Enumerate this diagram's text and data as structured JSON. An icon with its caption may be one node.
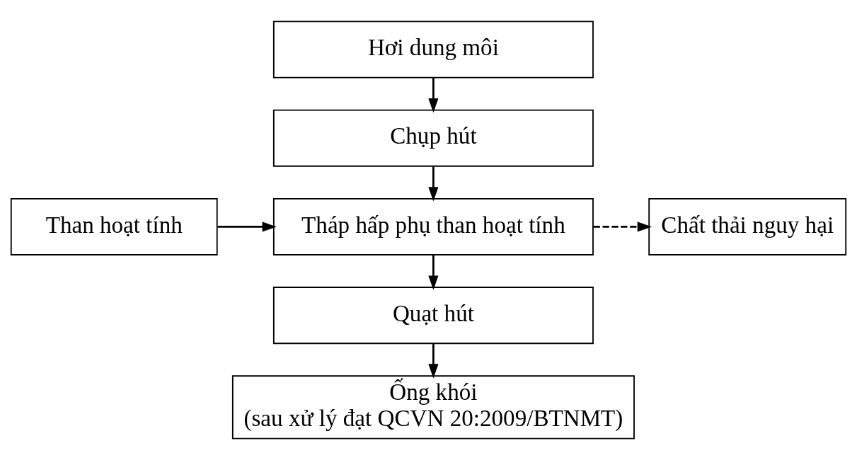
{
  "diagram": {
    "nodes": [
      {
        "text": [
          "Hơi dung môi"
        ]
      },
      {
        "text": [
          "Chụp hút"
        ]
      },
      {
        "text": [
          "Than hoạt tính"
        ]
      },
      {
        "text": [
          "Tháp hấp phụ than hoạt tính"
        ]
      },
      {
        "text": [
          "Chất thải nguy hại"
        ]
      },
      {
        "text": [
          "Quạt hút"
        ]
      },
      {
        "text": [
          "Ống khói",
          "(sau xử lý đạt QCVN 20:2009/BTNMT)"
        ]
      }
    ],
    "edges": [
      {
        "from": 0,
        "to": 1,
        "arrow": "to"
      },
      {
        "from": 1,
        "to": 3,
        "arrow": "to"
      },
      {
        "from": 2,
        "to": 3,
        "arrow": "to"
      },
      {
        "from": 3,
        "to": 4,
        "arrow": "to",
        "style": "dashed"
      },
      {
        "from": 3,
        "to": 5,
        "arrow": "to"
      },
      {
        "from": 5,
        "to": 6,
        "arrow": "to"
      }
    ]
  }
}
